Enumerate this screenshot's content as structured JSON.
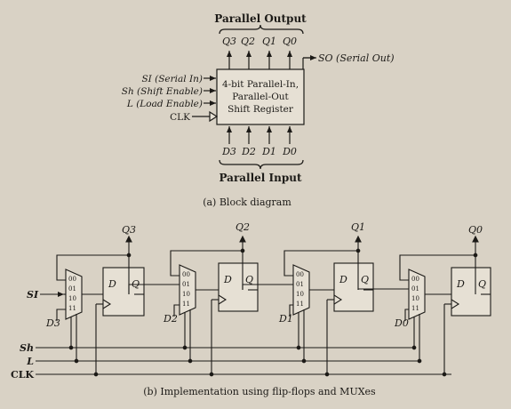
{
  "block_diagram": {
    "parallel_output_title": "Parallel Output",
    "outputs": [
      "Q3",
      "Q2",
      "Q1",
      "Q0"
    ],
    "serial_out": "SO (Serial Out)",
    "inputs_left": [
      "SI (Serial In)",
      "Sh (Shift Enable)",
      "L (Load Enable)",
      "CLK"
    ],
    "box_text": [
      "4-bit Parallel-In,",
      "Parallel-Out",
      "Shift Register"
    ],
    "parallel_inputs": [
      "D3",
      "D2",
      "D1",
      "D0"
    ],
    "parallel_input_title": "Parallel Input",
    "caption": "(a) Block diagram"
  },
  "implementation": {
    "stage_outputs": [
      "Q3",
      "Q2",
      "Q1",
      "Q0"
    ],
    "mux_inputs": [
      "00",
      "01",
      "10",
      "11"
    ],
    "ff_d": "D",
    "ff_q": "Q",
    "data_inputs": [
      "D3",
      "D2",
      "D1",
      "D0"
    ],
    "serial_in": "SI",
    "control_lines": [
      "Sh",
      "L",
      "CLK"
    ],
    "caption": "(b) Implementation using flip-flops and MUXes"
  },
  "colors": {
    "ink": "#1c1a17",
    "paper": "#d9d2c5",
    "box": "#e6e0d4"
  }
}
